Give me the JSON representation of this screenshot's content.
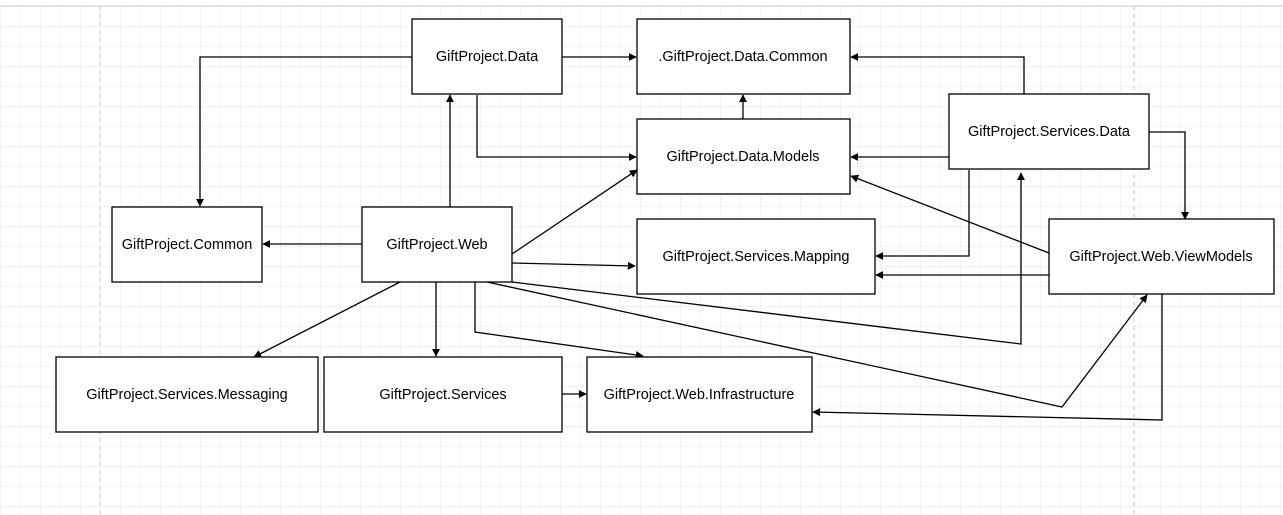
{
  "diagram": {
    "colors": {
      "background": "#ffffff",
      "grid_line": "#e6e6e6",
      "page_border": "#c8c8c8",
      "stroke": "#000000",
      "node_fill": "#ffffff"
    },
    "nodes": [
      {
        "id": "data",
        "label": "GiftProject.Data"
      },
      {
        "id": "data-common",
        "label": ".GiftProject.Data.Common"
      },
      {
        "id": "data-models",
        "label": "GiftProject.Data.Models"
      },
      {
        "id": "services-data",
        "label": "GiftProject.Services.Data"
      },
      {
        "id": "common",
        "label": "GiftProject.Common"
      },
      {
        "id": "web",
        "label": "GiftProject.Web"
      },
      {
        "id": "services-mapping",
        "label": "GiftProject.Services.Mapping"
      },
      {
        "id": "web-viewmodels",
        "label": "GiftProject.Web.ViewModels"
      },
      {
        "id": "services-messaging",
        "label": "GiftProject.Services.Messaging"
      },
      {
        "id": "services",
        "label": "GiftProject.Services"
      },
      {
        "id": "web-infrastructure",
        "label": "GiftProject.Web.Infrastructure"
      }
    ],
    "edges": [
      {
        "from": "data",
        "to": "data-common"
      },
      {
        "from": "data",
        "to": "common"
      },
      {
        "from": "data",
        "to": "data-models"
      },
      {
        "from": "data-models",
        "to": "data-common"
      },
      {
        "from": "services-data",
        "to": "data-common"
      },
      {
        "from": "services-data",
        "to": "data-models"
      },
      {
        "from": "services-data",
        "to": "web-viewmodels"
      },
      {
        "from": "services-data",
        "to": "services-mapping"
      },
      {
        "from": "web",
        "to": "data"
      },
      {
        "from": "web",
        "to": "common"
      },
      {
        "from": "web",
        "to": "data-models"
      },
      {
        "from": "web",
        "to": "services-mapping"
      },
      {
        "from": "web",
        "to": "services-messaging"
      },
      {
        "from": "web",
        "to": "services"
      },
      {
        "from": "web",
        "to": "web-infrastructure"
      },
      {
        "from": "web",
        "to": "services-data"
      },
      {
        "from": "web",
        "to": "web-viewmodels"
      },
      {
        "from": "web-viewmodels",
        "to": "data-models"
      },
      {
        "from": "web-viewmodels",
        "to": "services-mapping"
      },
      {
        "from": "web-viewmodels",
        "to": "web-infrastructure"
      },
      {
        "from": "services",
        "to": "web-infrastructure"
      }
    ]
  }
}
